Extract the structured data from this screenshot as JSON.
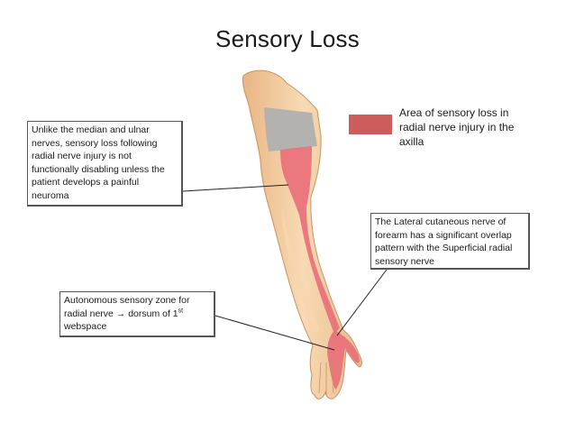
{
  "slide": {
    "title": "Sensory Loss"
  },
  "legend": {
    "text": "Area of sensory loss in radial nerve injury in the axilla",
    "swatch_color": "#cd5c5c"
  },
  "callouts": {
    "left_top": "Unlike the median and ulnar nerves, sensory loss following radial nerve injury is not functionally disabling unless the patient develops a painful neuroma",
    "right": "The Lateral cutaneous nerve of forearm has a significant overlap pattern with the Superficial radial sensory nerve",
    "bottom_main": "Autonomous sensory zone for radial nerve → dorsum of 1",
    "bottom_sup": "st",
    "bottom_end": " webspace"
  },
  "colors": {
    "skin": "#f4cfa3",
    "skin_shade": "#e2aa76",
    "loss_area": "#e8707a",
    "shoulder_patch": "#b0b0b0"
  }
}
